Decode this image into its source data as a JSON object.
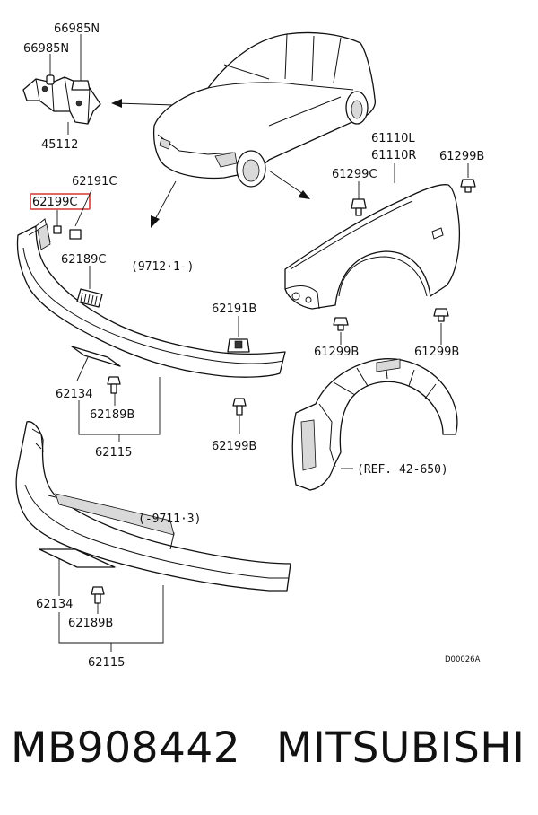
{
  "labels": {
    "p66985n_a": "66985N",
    "p66985n_b": "66985N",
    "p45112": "45112",
    "p62191c": "62191C",
    "p62199c": "62199C",
    "p62189c": "62189C",
    "range_upper": "(9712·1-)",
    "p61110l": "61110L",
    "p61110r": "61110R",
    "p61299c": "61299C",
    "p61299b_top": "61299B",
    "p62191b": "62191B",
    "p61299b_left": "61299B",
    "p61299b_right": "61299B",
    "p62134_upper": "62134",
    "p62189b_upper": "62189B",
    "p62115_upper": "62115",
    "p62199b": "62199B",
    "ref_42_650": "(REF. 42-650)",
    "range_lower": "(-9711·3)",
    "p62134_lower": "62134",
    "p62189b_lower": "62189B",
    "p62115_lower": "62115",
    "diagram_code": "D00026A"
  },
  "highlight": {
    "part": "62199C",
    "color": "#d9534f"
  },
  "footer": {
    "part_number": "MB908442",
    "brand": "MITSUBISHI"
  }
}
